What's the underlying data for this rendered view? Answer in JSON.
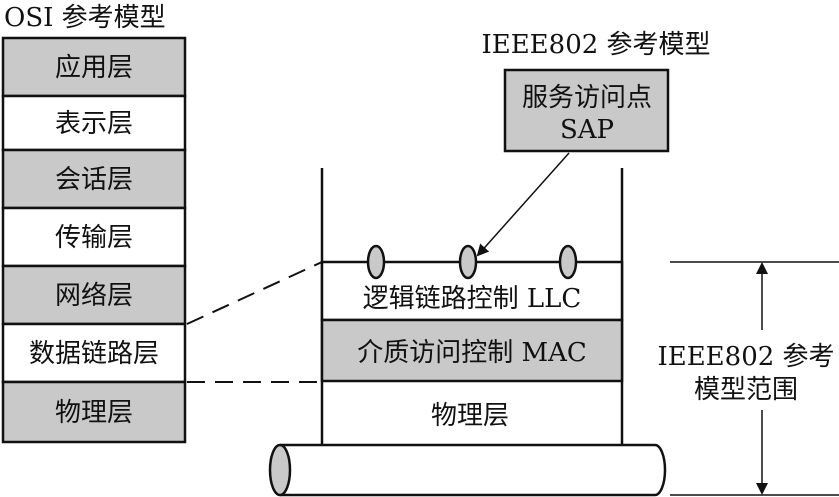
{
  "osi": {
    "title": "OSI 参考模型",
    "layers": [
      {
        "label": "应用层",
        "shade": "gray"
      },
      {
        "label": "表示层",
        "shade": "white"
      },
      {
        "label": "会话层",
        "shade": "gray"
      },
      {
        "label": "传输层",
        "shade": "white"
      },
      {
        "label": "网络层",
        "shade": "gray"
      },
      {
        "label": "数据链路层",
        "shade": "white"
      },
      {
        "label": "物理层",
        "shade": "gray"
      }
    ]
  },
  "ieee": {
    "title": "IEEE802 参考模型",
    "sap_line1": "服务访问点",
    "sap_line2": "SAP",
    "llc": "逻辑链路控制 LLC",
    "mac": "介质访问控制 MAC",
    "physical": "物理层",
    "scope_line1": "IEEE802 参考",
    "scope_line2": "模型范围"
  },
  "colors": {
    "gray_fill": "#c9c9c9",
    "stroke": "#111111"
  }
}
